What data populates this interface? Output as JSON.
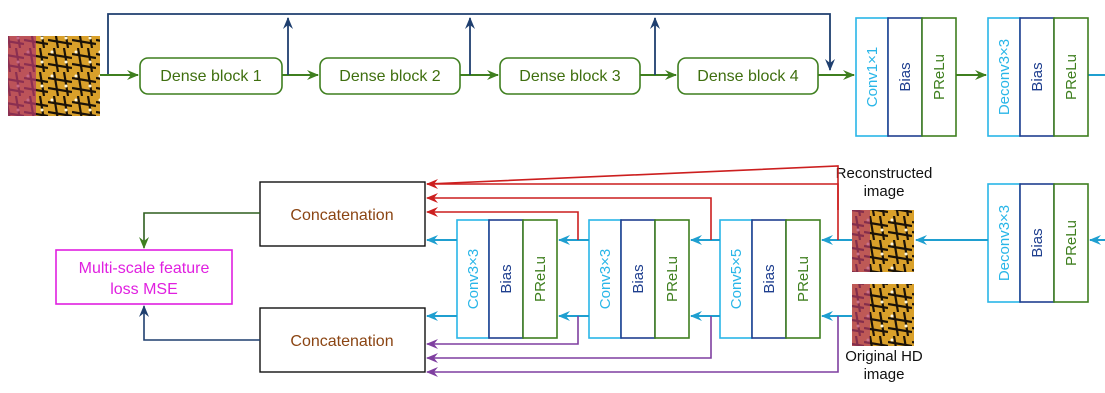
{
  "top_row": {
    "dense_blocks": [
      "Dense block 1",
      "Dense block 2",
      "Dense block 3",
      "Dense block 4"
    ],
    "conv_group": [
      "Conv1×1",
      "Bias",
      "PReLu"
    ],
    "deconv_group": [
      "Deconv3×3",
      "Bias",
      "PReLu"
    ]
  },
  "bottom_row": {
    "deconv_group": [
      "Deconv3×3",
      "Bias",
      "PReLu"
    ],
    "reconstructed_caption": [
      "Reconstructed",
      "image"
    ],
    "original_caption": [
      "Original HD",
      "image"
    ],
    "conv_groups": [
      [
        "Conv5×5",
        "Bias",
        "PReLu"
      ],
      [
        "Conv3×3",
        "Bias",
        "PReLu"
      ],
      [
        "Conv3×3",
        "Bias",
        "PReLu"
      ]
    ],
    "concat_top": "Concatenation",
    "concat_bottom": "Concatenation",
    "loss": [
      "Multi-scale feature",
      "loss MSE"
    ]
  },
  "colors": {
    "dense_green": "#3f7f1f",
    "conv_cyan": "#29b6e8",
    "bias_blue": "#1f3f8f",
    "prelu_green": "#3f7f1f",
    "arrow_blue": "#1f9fd0",
    "skip_navy": "#1f3f6f",
    "red": "#cc1f1f",
    "purple": "#7f3fa0",
    "loss_magenta": "#e020e0",
    "concat_text": "#8b4513"
  }
}
